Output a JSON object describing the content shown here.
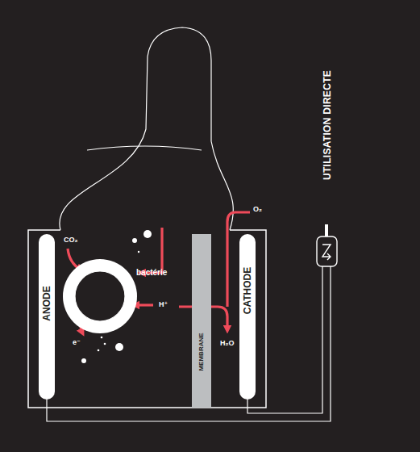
{
  "diagram": {
    "nodes": [
      {
        "text": [
          "ANODE"
        ]
      },
      {
        "text": [
          "bactérie"
        ]
      },
      {
        "text": [
          "MEMBRANE"
        ]
      },
      {
        "text": [
          "CATHODE"
        ]
      }
    ],
    "edges": [
      {
        "from": 0,
        "to": 3,
        "arrow": "none"
      }
    ],
    "labels": [
      "CO₂",
      "e⁻",
      "H⁺",
      "O₂",
      "H₂O",
      "UTILISATION DIRECTE"
    ]
  }
}
